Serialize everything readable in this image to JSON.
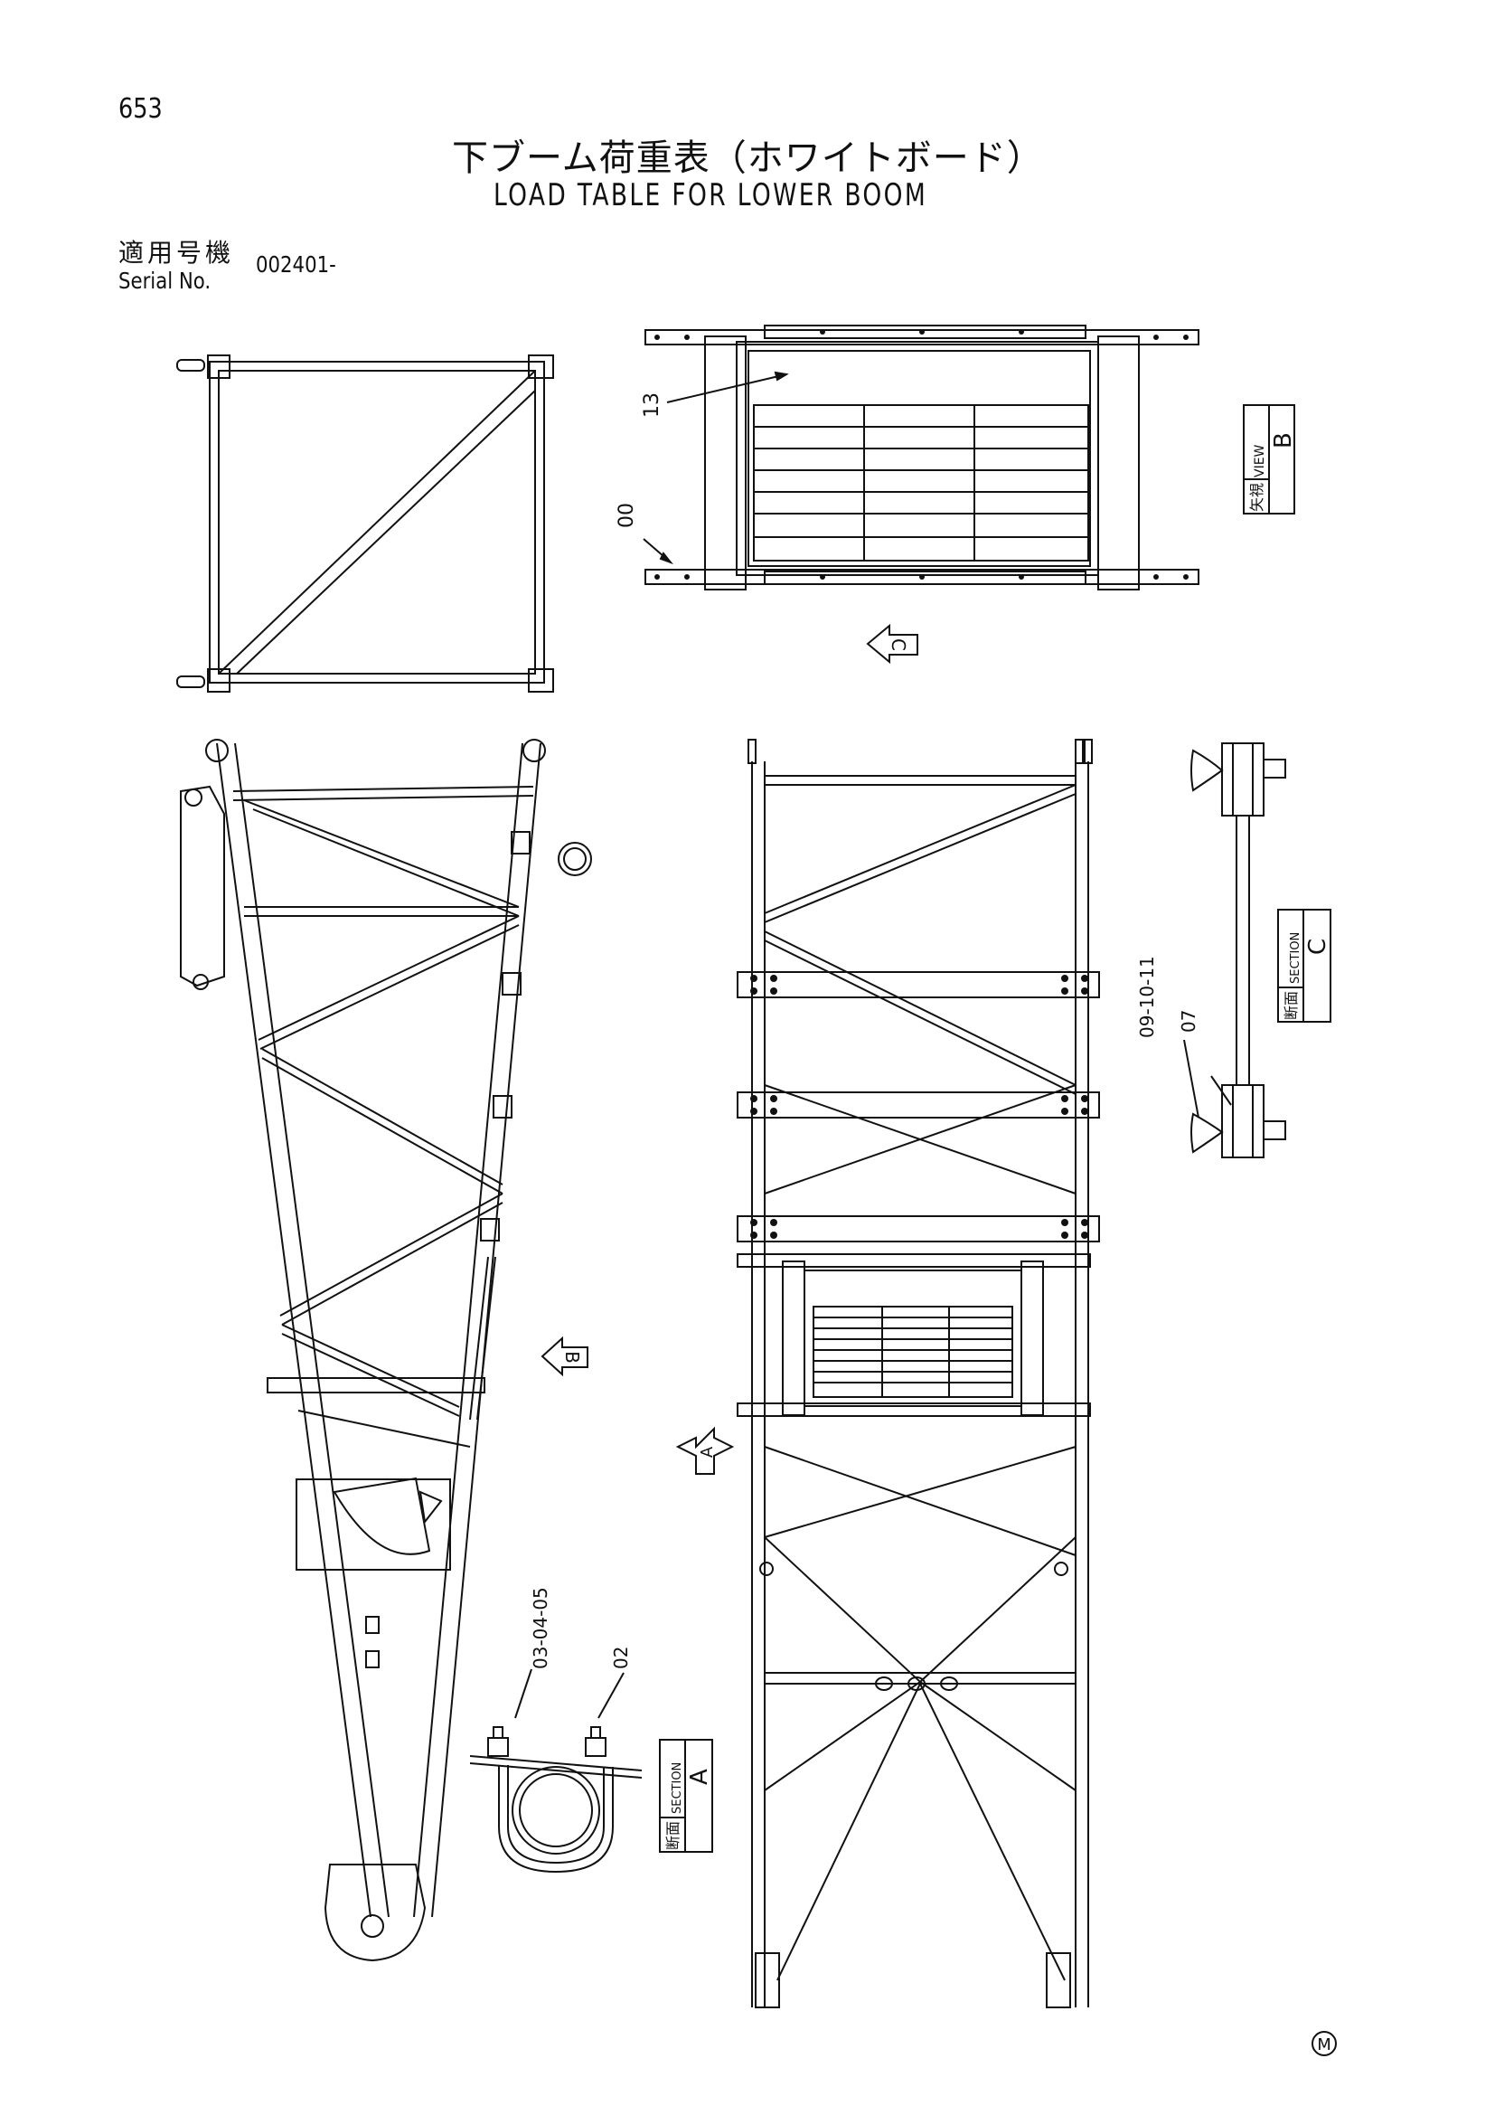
{
  "header": {
    "page_number": "653",
    "title_jp": "下ブーム荷重表（ホワイトボード）",
    "title_en": "LOAD TABLE FOR LOWER BOOM",
    "serial_label_jp": "適用号機",
    "serial_label_en": "Serial No.",
    "serial_value": "002401-"
  },
  "view_labels": {
    "view_b_jp": "矢視",
    "view_b_en": "VIEW",
    "view_b_letter": "B",
    "section_c_jp": "断面",
    "section_c_en": "SECTION",
    "section_c_letter": "C",
    "section_a_jp": "断面",
    "section_a_en": "SECTION",
    "section_a_letter": "A"
  },
  "arrow_markers": {
    "c": "C",
    "b": "B",
    "a": "A"
  },
  "part_callouts": {
    "p13": "13",
    "p00": "00",
    "p09_10_11": "09-10-11",
    "p07": "07",
    "p03_04_05": "03-04-05",
    "p02": "02"
  },
  "footer": {
    "mark": "M"
  }
}
